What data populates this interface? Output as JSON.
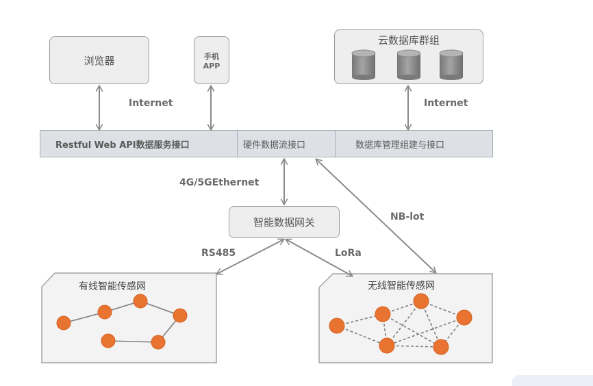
{
  "clients": {
    "browser": "浏览器",
    "mobile_line1": "手机",
    "mobile_line2": "APP"
  },
  "cloud": {
    "title": "云数据库群组"
  },
  "links": {
    "internet_left": "Internet",
    "internet_right": "Internet",
    "uplink": "4G/5GEthernet",
    "nb": "NB-lot",
    "rs485": "RS485",
    "lora": "LoRa"
  },
  "service_bar": {
    "restful": "Restful Web API数据服务接口",
    "hardware": "硬件数据流接口",
    "database": "数据库管理组建与接口"
  },
  "gateway": {
    "label": "智能数据网关"
  },
  "wired_net": {
    "title": "有线智能传感网"
  },
  "wireless_net": {
    "title": "无线智能传感网"
  },
  "colors": {
    "node": "#e97431",
    "node_stroke": "#d45f1c",
    "line": "#8a8a8a",
    "box_fill": "#eeeeee",
    "bar_fill": "#dde0e5",
    "cylinder": "#8c8c8c"
  }
}
